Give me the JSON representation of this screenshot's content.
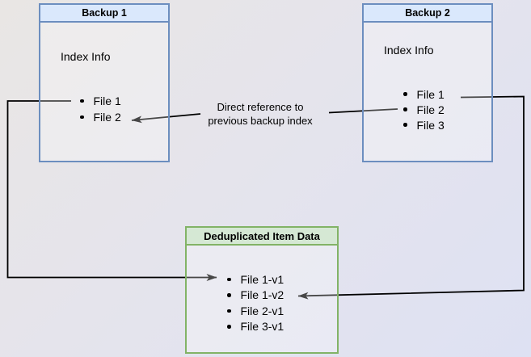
{
  "boxes": {
    "backup1": {
      "title": "Backup 1",
      "heading": "Index Info",
      "items": [
        "File 1",
        "File 2"
      ]
    },
    "backup2": {
      "title": "Backup 2",
      "heading": "Index Info",
      "items": [
        "File 1",
        "File 2",
        "File 3"
      ]
    },
    "dedup": {
      "title": "Deduplicated Item Data",
      "items": [
        "File 1-v1",
        "File 1-v2",
        "File 2-v1",
        "File 3-v1"
      ]
    }
  },
  "edge_label": {
    "line1": "Direct reference to",
    "line2": "previous backup index"
  },
  "edges": [
    {
      "name": "backup1-file1-to-dedup",
      "from": "Backup 1 / File 1",
      "to": "Deduplicated Item Data / File 1-v1"
    },
    {
      "name": "backup2-file1-to-dedup",
      "from": "Backup 2 / File 1",
      "to": "Deduplicated Item Data / File 1-v2"
    },
    {
      "name": "backup2-file2-to-backup1-file2",
      "from": "Backup 2 / File 2",
      "to": "Backup 1 / File 2",
      "label": "Direct reference to previous backup index"
    }
  ],
  "colors": {
    "blue_border": "#6c8ebf",
    "blue_fill": "#dae8fc",
    "green_border": "#82b366",
    "green_fill": "#d5e8d4",
    "edge": "#000000",
    "background_top_left": "#e9e6e4",
    "background_bottom_right": "#dee1f3"
  }
}
